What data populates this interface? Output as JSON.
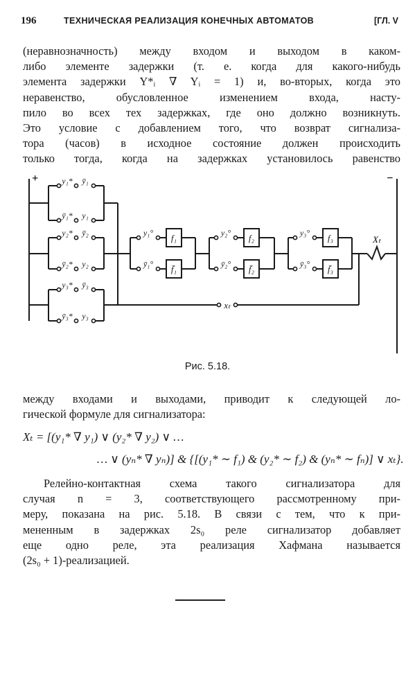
{
  "header": {
    "page_number": "196",
    "running_title": "ТЕХНИЧЕСКАЯ РЕАЛИЗАЦИЯ КОНЕЧНЫХ АВТОМАТОВ",
    "chapter": "[ГЛ. V"
  },
  "paragraph1": [
    "(неравнозначность) между входом и выходом в каком-",
    "либо элементе задержки (т. е. когда для какого-нибудь",
    "элемента задержки Y*ᵢ ∇ Yᵢ = 1) и, во-вторых, когда это",
    "неравенство, обусловленное изменением входа, насту-",
    "пило во всех тех задержках, где оно должно возникнуть.",
    "Это условие с добавлением того, что возврат сигнализа-",
    "тора (часов) в исходное состояние должен происходить",
    "только  тогда, когда на задержках установилось равенство"
  ],
  "figure": {
    "plus": "+",
    "minus": "−",
    "contacts": {
      "a1": "y₁*",
      "b1": "ȳ₁",
      "c1": "ȳ₁*",
      "d1": "y₁",
      "a2": "y₂*",
      "b2": "ȳ₂",
      "c2": "ȳ₂*",
      "d2": "y₂",
      "a3": "y₃*",
      "b3": "ȳ₃",
      "c3": "ȳ₃*",
      "d3": "y₃",
      "e1": "y₁°",
      "g1": "ȳ₁°",
      "e2": "y₂°",
      "g2": "ȳ₂°",
      "e3": "y₃°",
      "g3": "ȳ₃°",
      "xt": "xₜ"
    },
    "boxes": {
      "f1": "f₁",
      "nf1": "f̄₁",
      "f2": "f₂",
      "nf2": "f̄₂",
      "f3": "f₃",
      "nf3": "f̄₃"
    },
    "coil": "Xₜ",
    "caption": "Рис. 5.18."
  },
  "paragraph2": [
    "между входами и выходами, приводит к следующей ло-",
    "гической формуле для сигнализатора:"
  ],
  "formula": {
    "line1": "Xₜ = [(y₁* ∇ y₁) ∨ (y₂* ∇ y₂) ∨ …",
    "line2": "… ∨ (yₙ* ∇ yₙ)] & {[(y₁* ∼ f₁) & (y₂* ∼ f₂) & (yₙ* ∼ fₙ)] ∨ xₜ}."
  },
  "paragraph3": [
    "Релейно-контактная схема такого сигнализатора для",
    "случая  n = 3,  соответствующего  рассмотренному  при-",
    "меру, показана на рис. 5.18. В связи с тем, что к при-",
    "мененным в задержках 2s₀ реле сигнализатор добавляет",
    "еще  одно  реле,  эта  реализация  Хафмана  называется",
    "(2s₀ + 1)-реализацией."
  ]
}
